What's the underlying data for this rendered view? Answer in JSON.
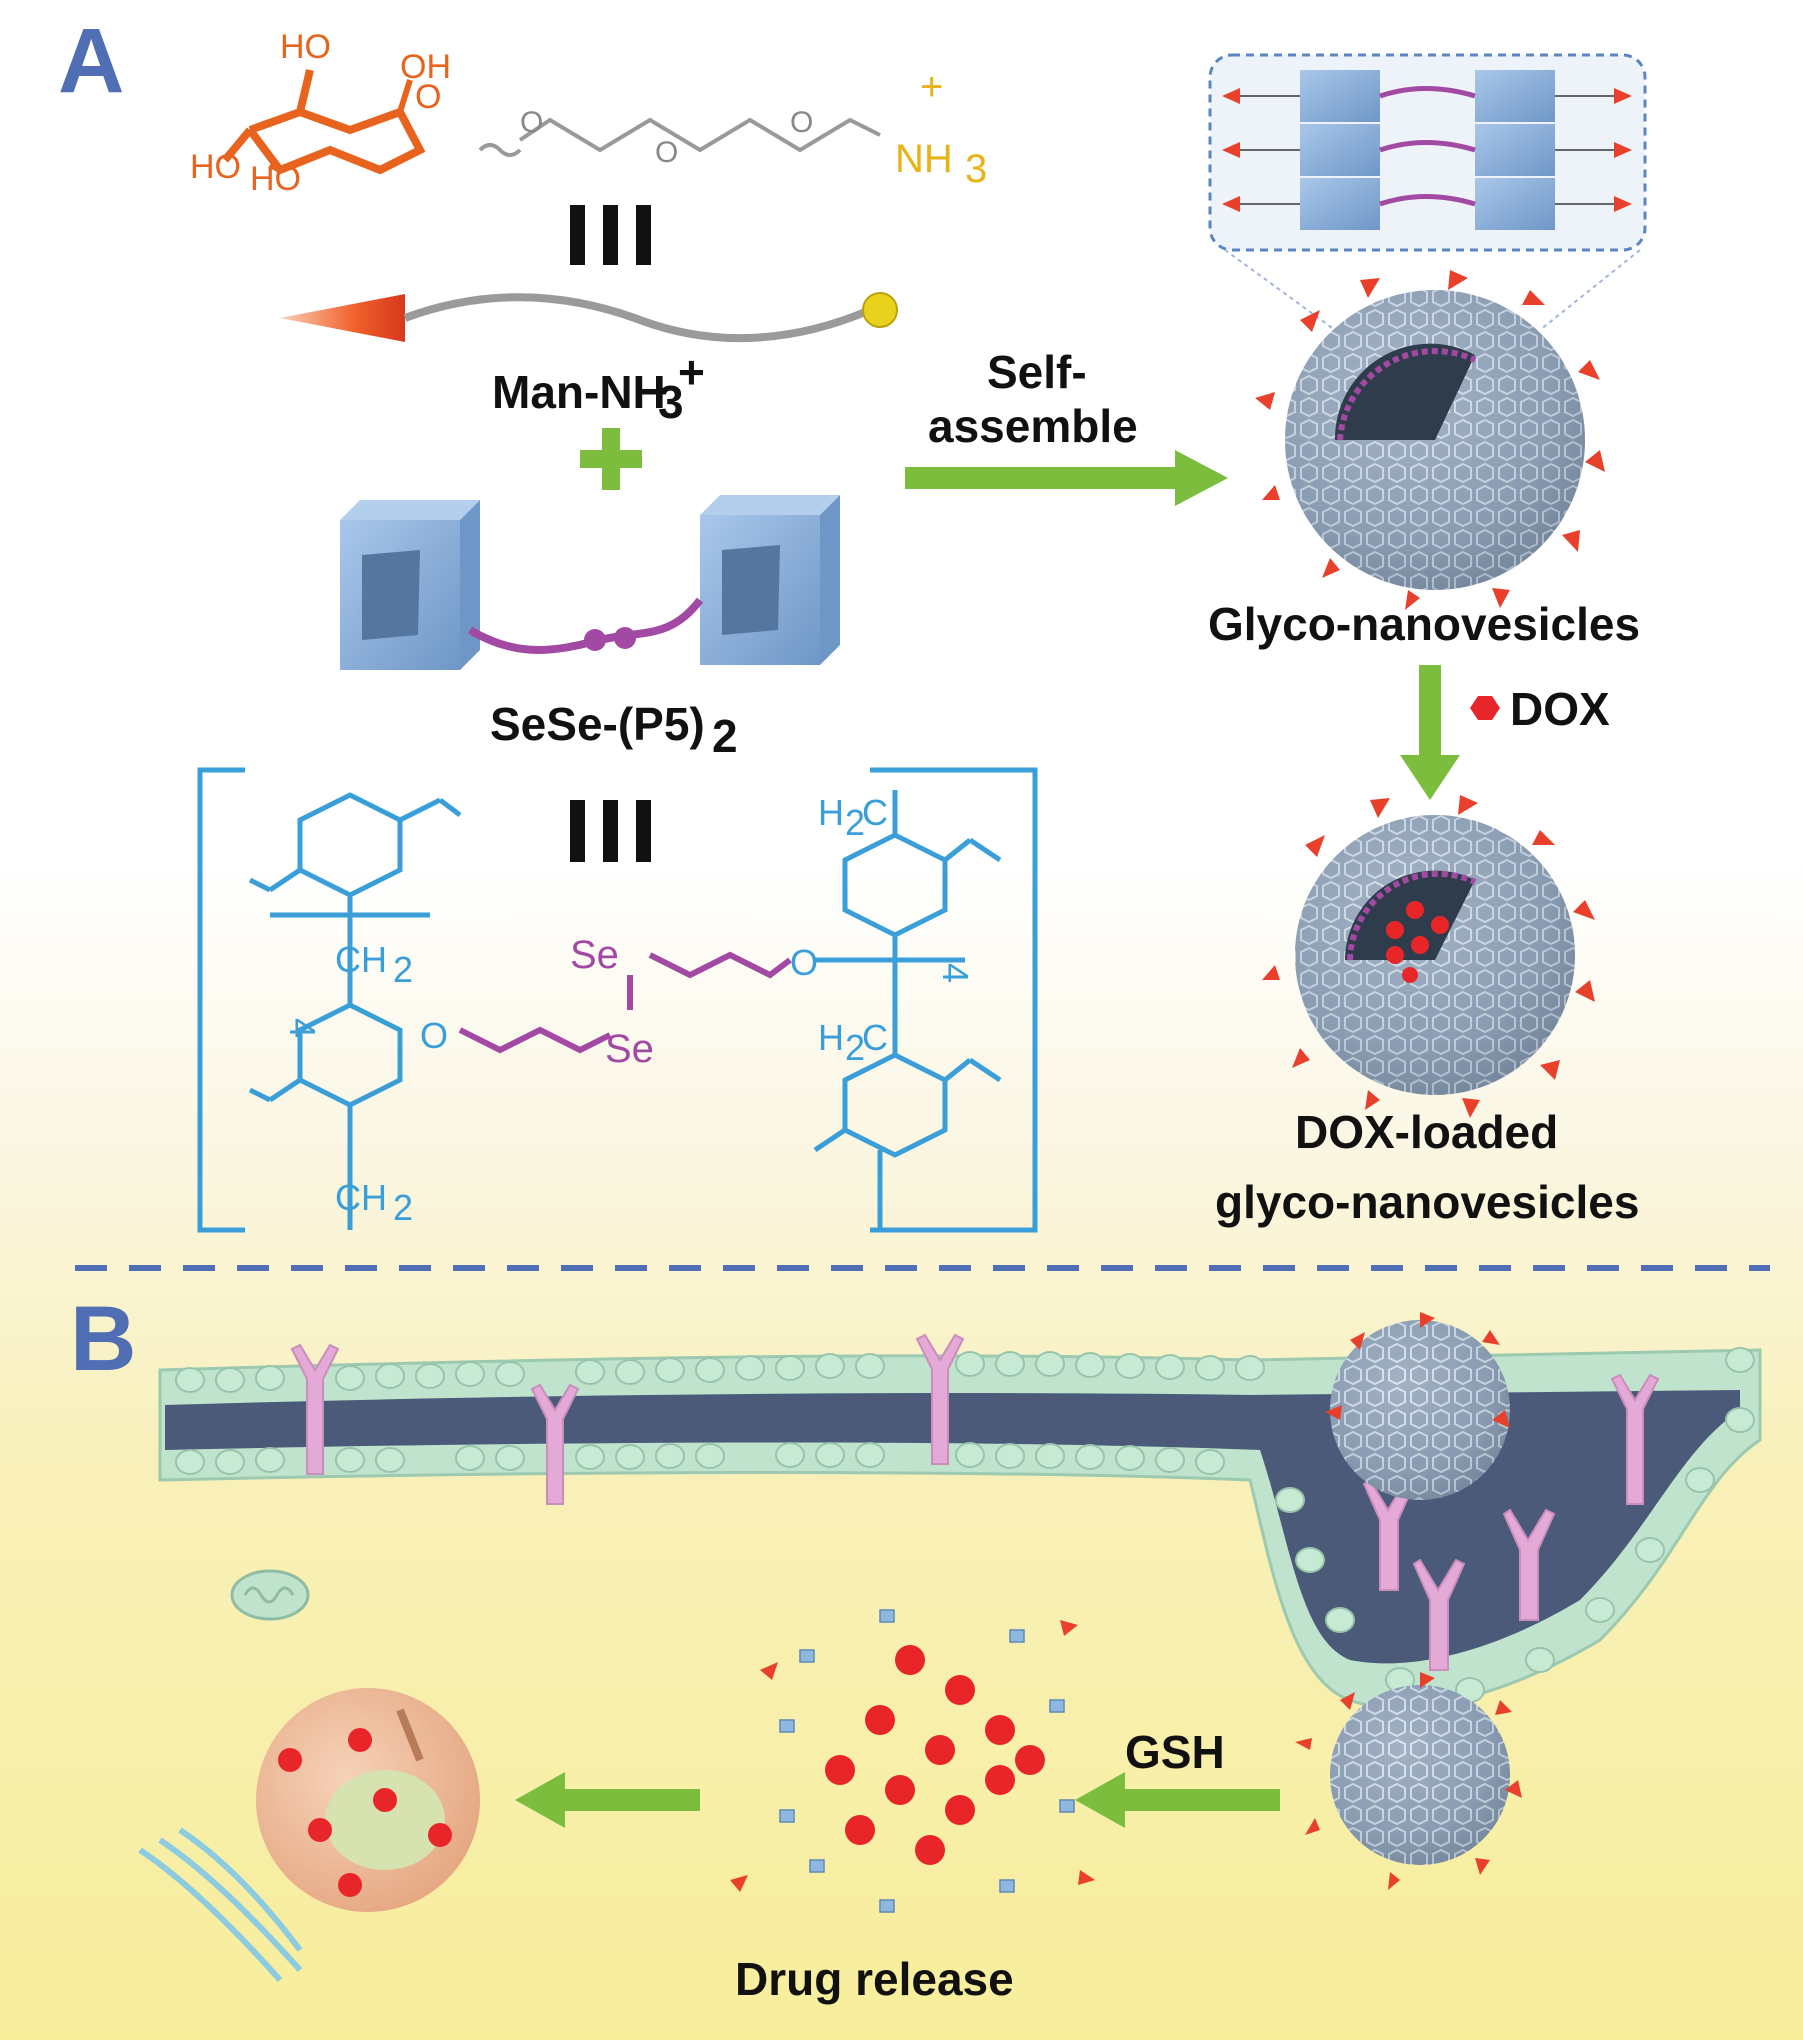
{
  "panels": {
    "a": "A",
    "b": "B"
  },
  "structure": {
    "man_ho_top": "HO",
    "man_oh_top": "OH",
    "man_ring_o": "O",
    "man_ho_left1": "HO",
    "man_ho_left2": "HO",
    "peg_o": "O",
    "nh3_plus": "+",
    "nh3": "NH",
    "nh3_sub": "3",
    "p5_ch2": "CH",
    "p5_ch2_sub": "2",
    "p5_h2c": "H",
    "p5_h2c_sub": "2",
    "p5_h2c_c": "C",
    "p5_repeat": "4",
    "se_top": "Se",
    "se_bottom": "Se",
    "ether_o": "O"
  },
  "labels": {
    "man": "Man-NH",
    "man_sub": "3",
    "man_sup": "+",
    "sese": "SeSe-(P5)",
    "sese_sub": "2",
    "self_line1": "Self-",
    "self_line2": "assemble",
    "glyco": "Glyco-nanovesicles",
    "dox": "DOX",
    "dox_loaded_1": "DOX-loaded",
    "dox_loaded_2": "glyco-nanovesicles",
    "gsh": "GSH",
    "drug_release": "Drug release"
  },
  "colors": {
    "panel_label": "#4f6eb3",
    "mannose": "#e8641e",
    "ammonium": "#e7b416",
    "pillararene": "#3a9fd8",
    "diselenide": "#a24aa3",
    "arrow": "#7cbd3e",
    "dox": "#e8262a",
    "membrane_head": "#bfe3cc",
    "receptor": "#e4a9d6",
    "vesicle": "#8fa2b8"
  }
}
